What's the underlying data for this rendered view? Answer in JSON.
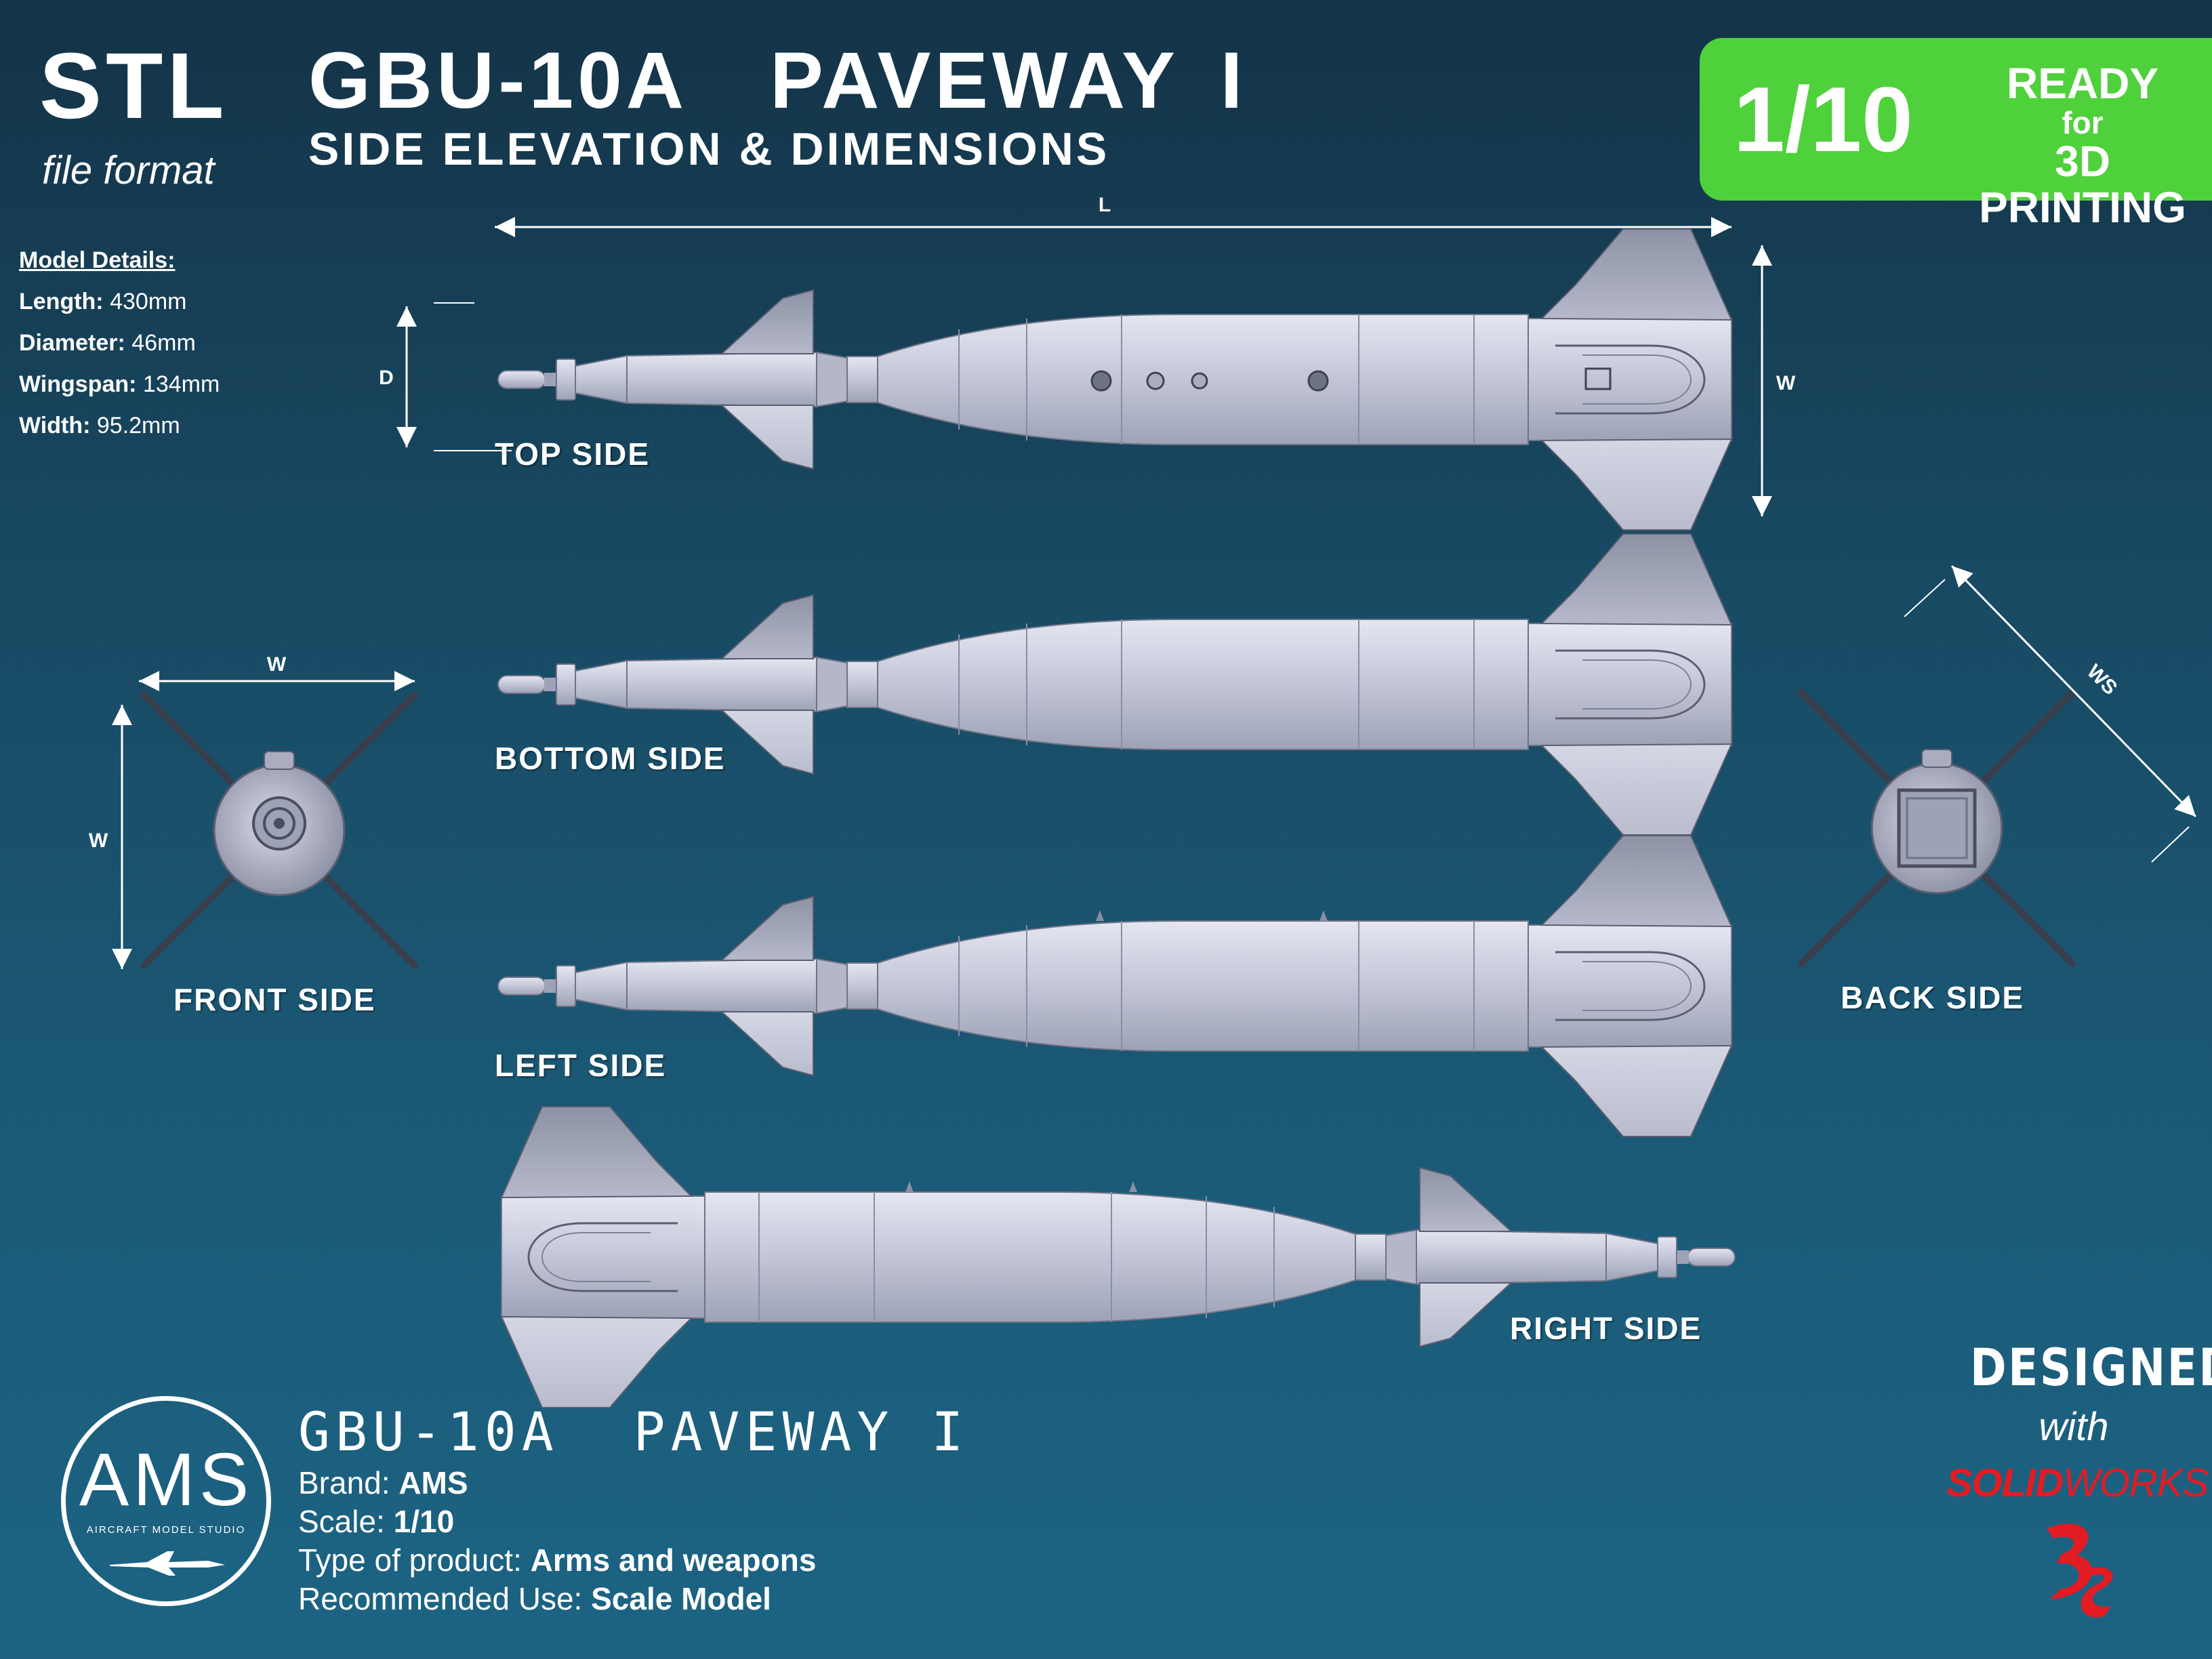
{
  "header": {
    "format": "STL",
    "format_sub": "file format",
    "title": "GBU-10A  PAVEWAY I",
    "subtitle": "SIDE ELEVATION & DIMENSIONS"
  },
  "badge": {
    "scale": "1/10",
    "ready": "READY",
    "for": "for",
    "printing": "3D PRINTING",
    "color": "#4ed13a"
  },
  "model_details": {
    "heading": "Model Details:",
    "items": [
      {
        "label": "Length:",
        "value": "430mm"
      },
      {
        "label": "Diameter:",
        "value": "46mm"
      },
      {
        "label": "Wingspan:",
        "value": "134mm"
      },
      {
        "label": "Width:",
        "value": "95.2mm"
      }
    ]
  },
  "dimensions": {
    "length": "L",
    "diameter": "D",
    "width": "W",
    "wingspan": "WS"
  },
  "views": {
    "top": "TOP SIDE",
    "bottom": "BOTTOM SIDE",
    "left": "LEFT SIDE",
    "right": "RIGHT SIDE",
    "front": "FRONT SIDE",
    "back": "BACK SIDE"
  },
  "brand_logo": {
    "text": "AMS",
    "subtext": "AIRCRAFT MODEL STUDIO"
  },
  "product": {
    "name": "GBU-10A  PAVEWAY I",
    "rows": [
      {
        "label": "Brand: ",
        "value": "AMS"
      },
      {
        "label": "Scale: ",
        "value": "1/10"
      },
      {
        "label": "Type of product: ",
        "value": "Arms and weapons"
      },
      {
        "label": "Recommended Use: ",
        "value": "Scale Model"
      }
    ]
  },
  "credits": {
    "designed": "DESIGNED",
    "with": "with",
    "solid": "SOLID",
    "works": "WORKS",
    "accent": "#e31b23"
  },
  "colors": {
    "bomb_body": "#c4c8dc",
    "fin": "#a9adbf",
    "background": "#184a63"
  }
}
